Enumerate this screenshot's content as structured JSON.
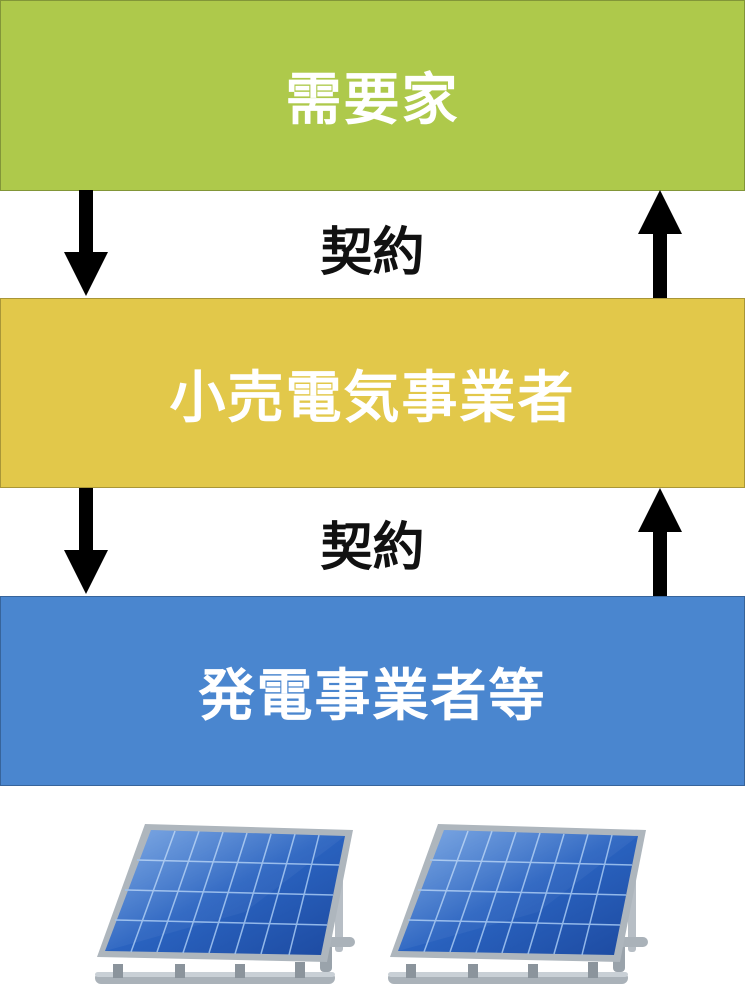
{
  "boxes": {
    "consumer": {
      "label": "需要家",
      "color": "#aec94b"
    },
    "retailer": {
      "label": "小売電気事業者",
      "color": "#e2c84a"
    },
    "generator": {
      "label": "発電事業者等",
      "color": "#4a86cf"
    }
  },
  "contracts": [
    {
      "label": "契約"
    },
    {
      "label": "契約"
    }
  ],
  "icons": {
    "solar_panel": "solar-panel-icon"
  }
}
